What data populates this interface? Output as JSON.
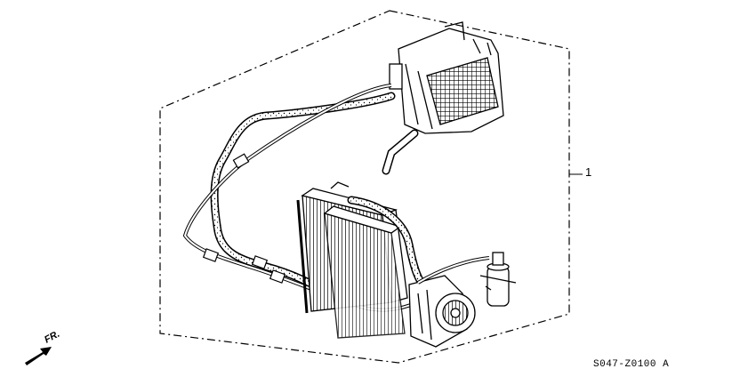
{
  "callout": {
    "number": "1"
  },
  "direction": {
    "label": "FR."
  },
  "diagram_code": "S047-Z0100 A",
  "colors": {
    "line": "#000000",
    "background": "#ffffff"
  }
}
